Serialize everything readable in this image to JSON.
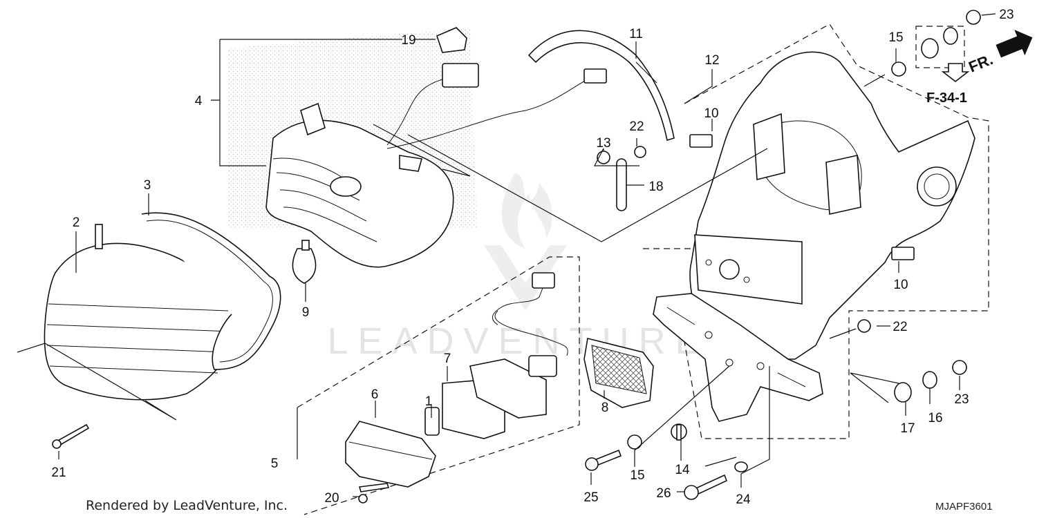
{
  "diagram": {
    "drawing_code": "MJAPF3601",
    "credit": "Rendered by LeadVenture, Inc.",
    "watermark": "LEADVENTURE",
    "reference": "F-34-1",
    "direction": "FR.",
    "callouts": {
      "c1": "1",
      "c2": "2",
      "c3": "3",
      "c4": "4",
      "c5": "5",
      "c6": "6",
      "c7": "7",
      "c8": "8",
      "c9": "9",
      "c10a": "10",
      "c10b": "10",
      "c11": "11",
      "c12": "12",
      "c13": "13",
      "c14": "14",
      "c15a": "15",
      "c15b": "15",
      "c16": "16",
      "c17": "17",
      "c18": "18",
      "c19": "19",
      "c20": "20",
      "c21": "21",
      "c22a": "22",
      "c22b": "22",
      "c23a": "23",
      "c23b": "23",
      "c24": "24",
      "c25": "25",
      "c26": "26"
    }
  }
}
